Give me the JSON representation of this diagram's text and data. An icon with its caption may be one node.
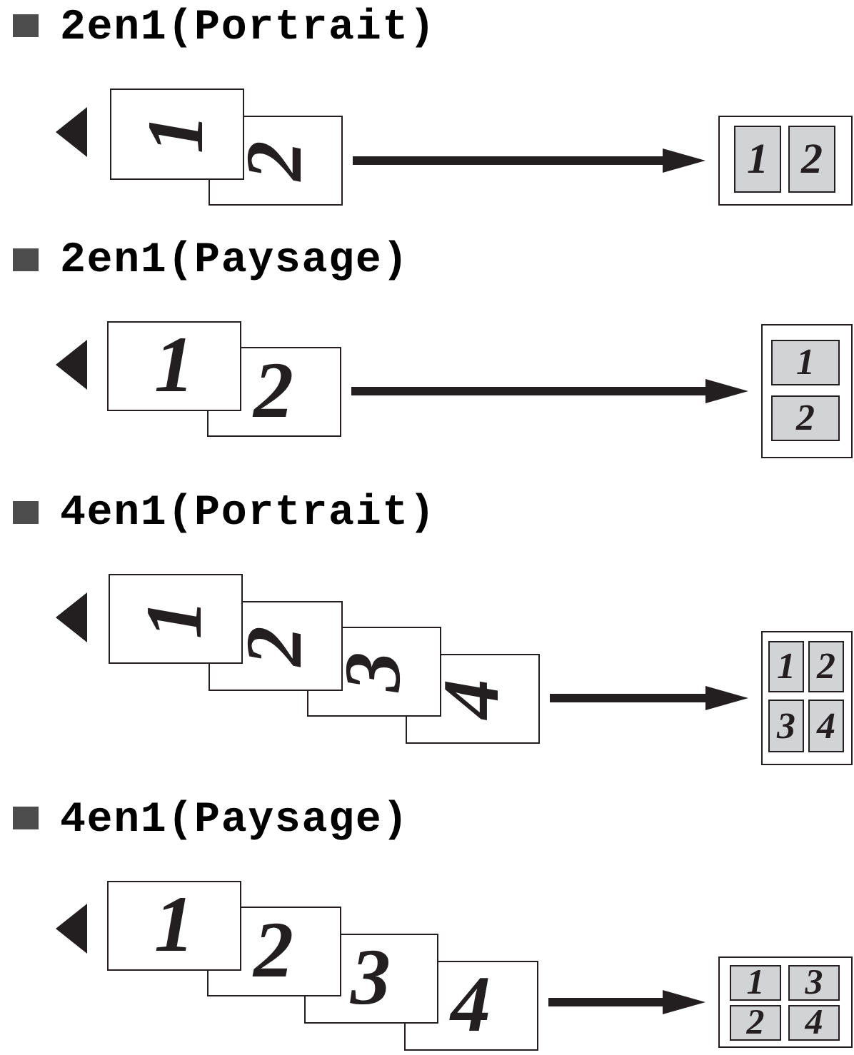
{
  "diagram": {
    "nodes": [
      {
        "text": [
          "1"
        ]
      },
      {
        "text": [
          "2"
        ]
      },
      {
        "text": [],
        "shape": "box"
      },
      {
        "text": [
          "1"
        ],
        "in": 2
      },
      {
        "text": [
          "2"
        ],
        "in": 2
      },
      {
        "text": [
          "1"
        ]
      },
      {
        "text": [
          "2"
        ]
      },
      {
        "text": [],
        "shape": "box"
      },
      {
        "text": [
          "1"
        ],
        "in": 7
      },
      {
        "text": [
          "2"
        ],
        "in": 7
      },
      {
        "text": [
          "1"
        ]
      },
      {
        "text": [
          "2"
        ]
      },
      {
        "text": [
          "3"
        ]
      },
      {
        "text": [
          "4"
        ]
      },
      {
        "text": [],
        "shape": "box"
      },
      {
        "text": [
          "1"
        ],
        "in": 14
      },
      {
        "text": [
          "2"
        ],
        "in": 14
      },
      {
        "text": [
          "3"
        ],
        "in": 14
      },
      {
        "text": [
          "4"
        ],
        "in": 14
      },
      {
        "text": [
          "1"
        ]
      },
      {
        "text": [
          "2"
        ]
      },
      {
        "text": [
          "3"
        ]
      },
      {
        "text": [
          "4"
        ]
      },
      {
        "text": [],
        "shape": "box"
      },
      {
        "text": [
          "1"
        ],
        "in": 23
      },
      {
        "text": [
          "3"
        ],
        "in": 23
      },
      {
        "text": [
          "2"
        ],
        "in": 23
      },
      {
        "text": [
          "4"
        ],
        "in": 23
      }
    ],
    "edges": [
      {
        "from": 1,
        "to": 2,
        "arrow": "to"
      },
      {
        "from": 6,
        "to": 7,
        "arrow": "to"
      },
      {
        "from": 13,
        "to": 14,
        "arrow": "to"
      },
      {
        "from": 22,
        "to": 23,
        "arrow": "to"
      }
    ],
    "labels": [
      "2en1(Portrait)",
      "2en1(Paysage)",
      "4en1(Portrait)",
      "4en1(Paysage)"
    ]
  }
}
